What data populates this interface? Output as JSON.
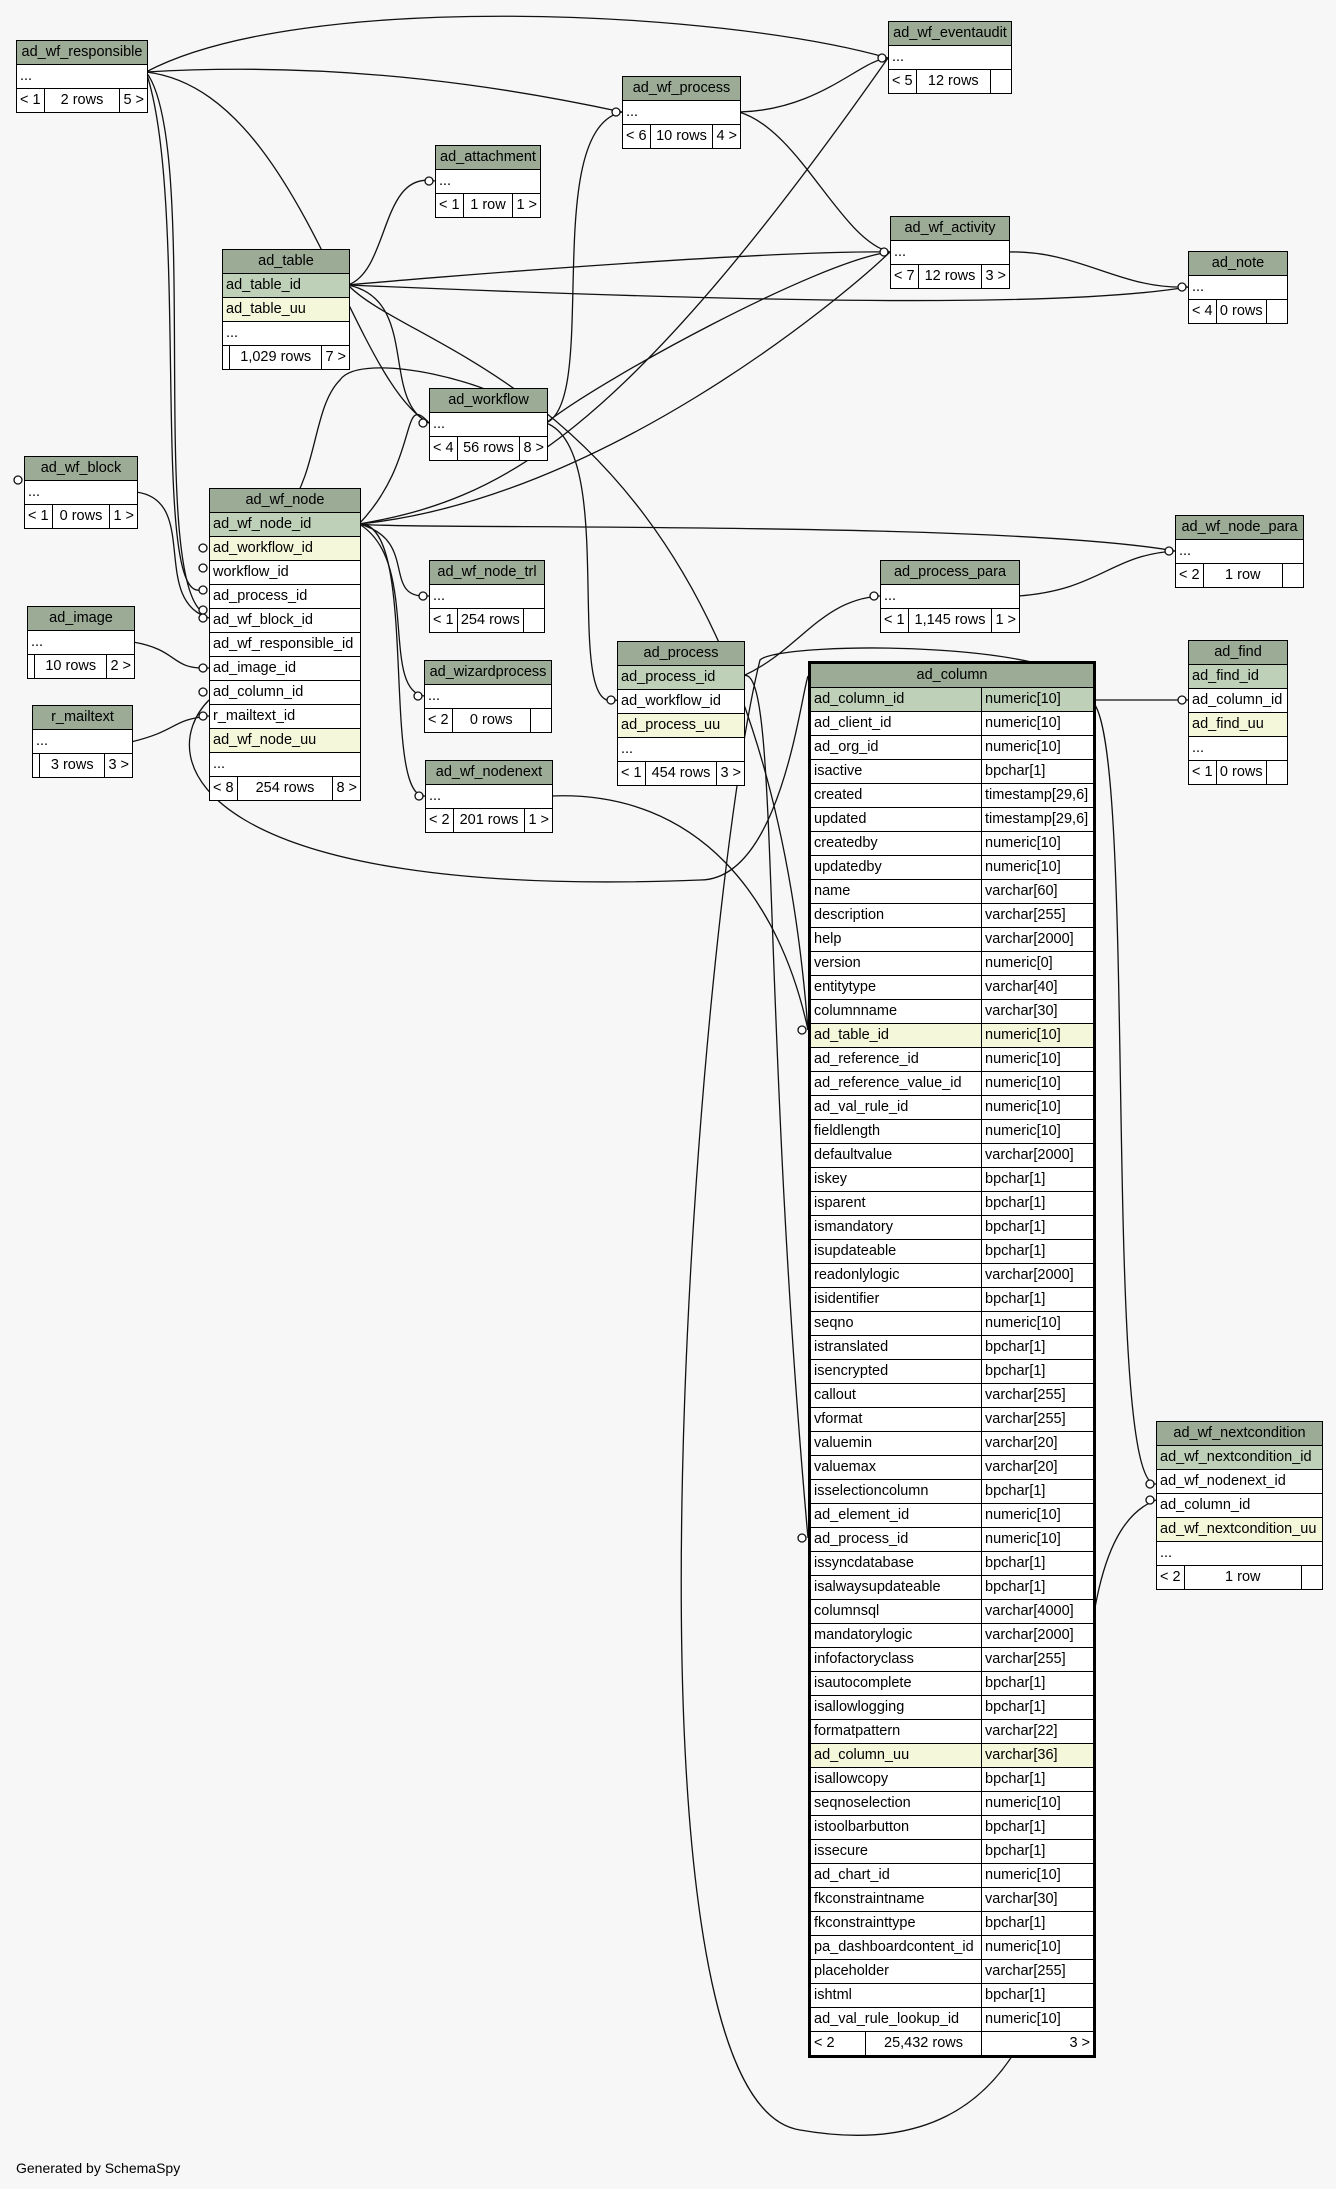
{
  "credit": "Generated by SchemaSpy",
  "tables": {
    "ad_wf_responsible": {
      "name": "ad_wf_responsible",
      "rows": [
        {
          "label": "..."
        }
      ],
      "footer": [
        "< 1",
        "2 rows",
        "5 >"
      ]
    },
    "ad_wf_eventaudit": {
      "name": "ad_wf_eventaudit",
      "rows": [
        {
          "label": "..."
        }
      ],
      "footer": [
        "< 5",
        "12 rows",
        ""
      ]
    },
    "ad_wf_process": {
      "name": "ad_wf_process",
      "rows": [
        {
          "label": "..."
        }
      ],
      "footer": [
        "< 6",
        "10 rows",
        "4 >"
      ]
    },
    "ad_attachment": {
      "name": "ad_attachment",
      "rows": [
        {
          "label": "..."
        }
      ],
      "footer": [
        "< 1",
        "1 row",
        "1 >"
      ]
    },
    "ad_table": {
      "name": "ad_table",
      "rows": [
        {
          "label": "ad_table_id",
          "kind": "pk"
        },
        {
          "label": "ad_table_uu",
          "kind": "uk"
        },
        {
          "label": "..."
        }
      ],
      "footer": [
        "",
        "1,029 rows",
        "7 >"
      ]
    },
    "ad_wf_activity": {
      "name": "ad_wf_activity",
      "rows": [
        {
          "label": "..."
        }
      ],
      "footer": [
        "< 7",
        "12 rows",
        "3 >"
      ]
    },
    "ad_note": {
      "name": "ad_note",
      "rows": [
        {
          "label": "..."
        }
      ],
      "footer": [
        "< 4",
        "0 rows",
        ""
      ]
    },
    "ad_workflow": {
      "name": "ad_workflow",
      "rows": [
        {
          "label": "..."
        }
      ],
      "footer": [
        "< 4",
        "56 rows",
        "8 >"
      ]
    },
    "ad_wf_block": {
      "name": "ad_wf_block",
      "rows": [
        {
          "label": "..."
        }
      ],
      "footer": [
        "< 1",
        "0 rows",
        "1 >"
      ]
    },
    "ad_wf_node": {
      "name": "ad_wf_node",
      "rows": [
        {
          "label": "ad_wf_node_id",
          "kind": "pk"
        },
        {
          "label": "ad_workflow_id",
          "kind": "uk"
        },
        {
          "label": "workflow_id"
        },
        {
          "label": "ad_process_id"
        },
        {
          "label": "ad_wf_block_id"
        },
        {
          "label": "ad_wf_responsible_id"
        },
        {
          "label": "ad_image_id"
        },
        {
          "label": "ad_column_id"
        },
        {
          "label": "r_mailtext_id"
        },
        {
          "label": "ad_wf_node_uu",
          "kind": "uk"
        },
        {
          "label": "..."
        }
      ],
      "footer": [
        "< 8",
        "254 rows",
        "8 >"
      ]
    },
    "ad_wf_node_para": {
      "name": "ad_wf_node_para",
      "rows": [
        {
          "label": "..."
        }
      ],
      "footer": [
        "< 2",
        "1 row",
        ""
      ]
    },
    "ad_image": {
      "name": "ad_image",
      "rows": [
        {
          "label": "..."
        }
      ],
      "footer": [
        "",
        "10 rows",
        "2 >"
      ]
    },
    "ad_wf_node_trl": {
      "name": "ad_wf_node_trl",
      "rows": [
        {
          "label": "..."
        }
      ],
      "footer": [
        "< 1",
        "254 rows",
        ""
      ]
    },
    "ad_process_para": {
      "name": "ad_process_para",
      "rows": [
        {
          "label": "..."
        }
      ],
      "footer": [
        "< 1",
        "1,145 rows",
        "1 >"
      ]
    },
    "ad_process": {
      "name": "ad_process",
      "rows": [
        {
          "label": "ad_process_id",
          "kind": "pk"
        },
        {
          "label": "ad_workflow_id"
        },
        {
          "label": "ad_process_uu",
          "kind": "uk"
        },
        {
          "label": "..."
        }
      ],
      "footer": [
        "< 1",
        "454 rows",
        "3 >"
      ]
    },
    "ad_find": {
      "name": "ad_find",
      "rows": [
        {
          "label": "ad_find_id",
          "kind": "pk"
        },
        {
          "label": "ad_column_id"
        },
        {
          "label": "ad_find_uu",
          "kind": "uk"
        },
        {
          "label": "..."
        }
      ],
      "footer": [
        "< 1",
        "0 rows",
        ""
      ]
    },
    "r_mailtext": {
      "name": "r_mailtext",
      "rows": [
        {
          "label": "..."
        }
      ],
      "footer": [
        "",
        "3 rows",
        "3 >"
      ]
    },
    "ad_wizardprocess": {
      "name": "ad_wizardprocess",
      "rows": [
        {
          "label": "..."
        }
      ],
      "footer": [
        "< 2",
        "0 rows",
        ""
      ]
    },
    "ad_wf_nodenext": {
      "name": "ad_wf_nodenext",
      "rows": [
        {
          "label": "..."
        }
      ],
      "footer": [
        "< 2",
        "201 rows",
        "1 >"
      ]
    },
    "ad_wf_nextcondition": {
      "name": "ad_wf_nextcondition",
      "rows": [
        {
          "label": "ad_wf_nextcondition_id",
          "kind": "pk"
        },
        {
          "label": "ad_wf_nodenext_id"
        },
        {
          "label": "ad_column_id"
        },
        {
          "label": "ad_wf_nextcondition_uu",
          "kind": "uk"
        },
        {
          "label": "..."
        }
      ],
      "footer": [
        "< 2",
        "1 row",
        ""
      ]
    },
    "ad_column": {
      "name": "ad_column",
      "rows": [
        {
          "label": "ad_column_id",
          "type": "numeric[10]",
          "kind": "pk"
        },
        {
          "label": "ad_client_id",
          "type": "numeric[10]"
        },
        {
          "label": "ad_org_id",
          "type": "numeric[10]"
        },
        {
          "label": "isactive",
          "type": "bpchar[1]"
        },
        {
          "label": "created",
          "type": "timestamp[29,6]"
        },
        {
          "label": "updated",
          "type": "timestamp[29,6]"
        },
        {
          "label": "createdby",
          "type": "numeric[10]"
        },
        {
          "label": "updatedby",
          "type": "numeric[10]"
        },
        {
          "label": "name",
          "type": "varchar[60]"
        },
        {
          "label": "description",
          "type": "varchar[255]"
        },
        {
          "label": "help",
          "type": "varchar[2000]"
        },
        {
          "label": "version",
          "type": "numeric[0]"
        },
        {
          "label": "entitytype",
          "type": "varchar[40]"
        },
        {
          "label": "columnname",
          "type": "varchar[30]"
        },
        {
          "label": "ad_table_id",
          "type": "numeric[10]",
          "kind": "uk"
        },
        {
          "label": "ad_reference_id",
          "type": "numeric[10]"
        },
        {
          "label": "ad_reference_value_id",
          "type": "numeric[10]"
        },
        {
          "label": "ad_val_rule_id",
          "type": "numeric[10]"
        },
        {
          "label": "fieldlength",
          "type": "numeric[10]"
        },
        {
          "label": "defaultvalue",
          "type": "varchar[2000]"
        },
        {
          "label": "iskey",
          "type": "bpchar[1]"
        },
        {
          "label": "isparent",
          "type": "bpchar[1]"
        },
        {
          "label": "ismandatory",
          "type": "bpchar[1]"
        },
        {
          "label": "isupdateable",
          "type": "bpchar[1]"
        },
        {
          "label": "readonlylogic",
          "type": "varchar[2000]"
        },
        {
          "label": "isidentifier",
          "type": "bpchar[1]"
        },
        {
          "label": "seqno",
          "type": "numeric[10]"
        },
        {
          "label": "istranslated",
          "type": "bpchar[1]"
        },
        {
          "label": "isencrypted",
          "type": "bpchar[1]"
        },
        {
          "label": "callout",
          "type": "varchar[255]"
        },
        {
          "label": "vformat",
          "type": "varchar[255]"
        },
        {
          "label": "valuemin",
          "type": "varchar[20]"
        },
        {
          "label": "valuemax",
          "type": "varchar[20]"
        },
        {
          "label": "isselectioncolumn",
          "type": "bpchar[1]"
        },
        {
          "label": "ad_element_id",
          "type": "numeric[10]"
        },
        {
          "label": "ad_process_id",
          "type": "numeric[10]"
        },
        {
          "label": "issyncdatabase",
          "type": "bpchar[1]"
        },
        {
          "label": "isalwaysupdateable",
          "type": "bpchar[1]"
        },
        {
          "label": "columnsql",
          "type": "varchar[4000]"
        },
        {
          "label": "mandatorylogic",
          "type": "varchar[2000]"
        },
        {
          "label": "infofactoryclass",
          "type": "varchar[255]"
        },
        {
          "label": "isautocomplete",
          "type": "bpchar[1]"
        },
        {
          "label": "isallowlogging",
          "type": "bpchar[1]"
        },
        {
          "label": "formatpattern",
          "type": "varchar[22]"
        },
        {
          "label": "ad_column_uu",
          "type": "varchar[36]",
          "kind": "uk"
        },
        {
          "label": "isallowcopy",
          "type": "bpchar[1]"
        },
        {
          "label": "seqnoselection",
          "type": "numeric[10]"
        },
        {
          "label": "istoolbarbutton",
          "type": "bpchar[1]"
        },
        {
          "label": "issecure",
          "type": "bpchar[1]"
        },
        {
          "label": "ad_chart_id",
          "type": "numeric[10]"
        },
        {
          "label": "fkconstraintname",
          "type": "varchar[30]"
        },
        {
          "label": "fkconstrainttype",
          "type": "bpchar[1]"
        },
        {
          "label": "pa_dashboardcontent_id",
          "type": "numeric[10]"
        },
        {
          "label": "placeholder",
          "type": "varchar[255]"
        },
        {
          "label": "ishtml",
          "type": "bpchar[1]"
        },
        {
          "label": "ad_val_rule_lookup_id",
          "type": "numeric[10]"
        }
      ],
      "footer": [
        "< 2",
        "25,432 rows",
        "3 >"
      ]
    }
  }
}
